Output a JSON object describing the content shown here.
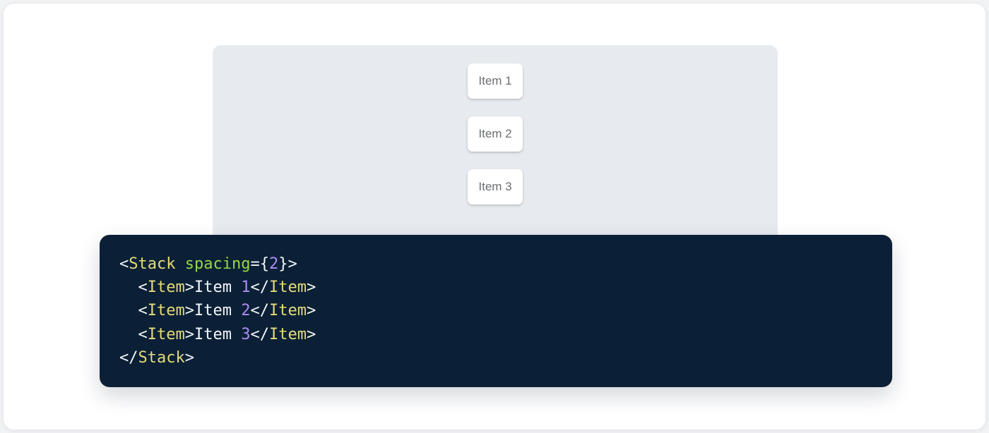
{
  "page": {
    "background": "#F2F3F5",
    "card_background": "#FFFFFF",
    "card_border": "#E7E9EC"
  },
  "demo": {
    "panel_bg": "#E7EBF0",
    "item_bg": "#FFFFFF",
    "item_text_color": "#6B6E72",
    "items": [
      {
        "label": "Item 1"
      },
      {
        "label": "Item 2"
      },
      {
        "label": "Item 3"
      }
    ]
  },
  "code": {
    "bg": "#0B2036",
    "token_colors": {
      "tag": "#E5DB79",
      "attr": "#94D847",
      "num": "#AE8CF5",
      "punc": "#F2F5F9",
      "text": "#F5F7FA"
    },
    "source_text": "<Stack spacing={2}>\n  <Item>Item 1</Item>\n  <Item>Item 2</Item>\n  <Item>Item 3</Item>\n</Stack>",
    "lines": [
      [
        [
          "punc",
          "<"
        ],
        [
          "tag",
          "Stack"
        ],
        [
          "text",
          " "
        ],
        [
          "attr",
          "spacing"
        ],
        [
          "punc",
          "={"
        ],
        [
          "num",
          "2"
        ],
        [
          "punc",
          "}>"
        ]
      ],
      [
        [
          "text",
          "  "
        ],
        [
          "punc",
          "<"
        ],
        [
          "tag",
          "Item"
        ],
        [
          "punc",
          ">"
        ],
        [
          "text",
          "Item "
        ],
        [
          "num",
          "1"
        ],
        [
          "punc",
          "</"
        ],
        [
          "tag",
          "Item"
        ],
        [
          "punc",
          ">"
        ]
      ],
      [
        [
          "text",
          "  "
        ],
        [
          "punc",
          "<"
        ],
        [
          "tag",
          "Item"
        ],
        [
          "punc",
          ">"
        ],
        [
          "text",
          "Item "
        ],
        [
          "num",
          "2"
        ],
        [
          "punc",
          "</"
        ],
        [
          "tag",
          "Item"
        ],
        [
          "punc",
          ">"
        ]
      ],
      [
        [
          "text",
          "  "
        ],
        [
          "punc",
          "<"
        ],
        [
          "tag",
          "Item"
        ],
        [
          "punc",
          ">"
        ],
        [
          "text",
          "Item "
        ],
        [
          "num",
          "3"
        ],
        [
          "punc",
          "</"
        ],
        [
          "tag",
          "Item"
        ],
        [
          "punc",
          ">"
        ]
      ],
      [
        [
          "punc",
          "</"
        ],
        [
          "tag",
          "Stack"
        ],
        [
          "punc",
          ">"
        ]
      ]
    ]
  }
}
